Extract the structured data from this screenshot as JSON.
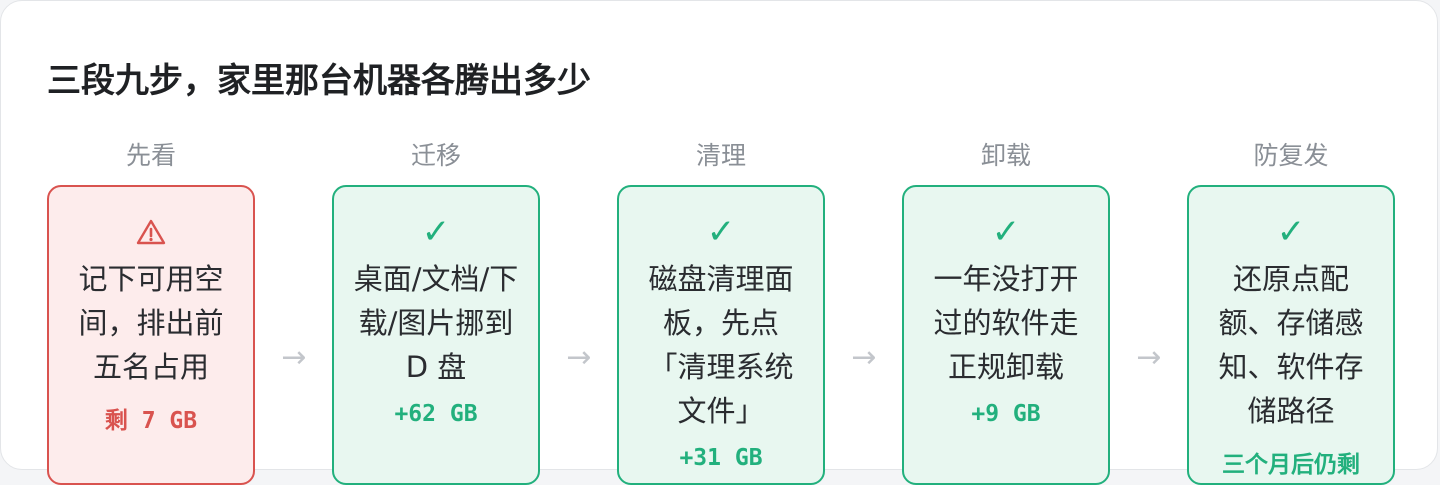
{
  "page": {
    "title": "三段九步，家里那台机器各腾出多少"
  },
  "steps": [
    {
      "label": "先看",
      "status": "warning",
      "description": "记下可用空间，排出前五名占用",
      "value": "剩 7 GB"
    },
    {
      "label": "迁移",
      "status": "done",
      "description": "桌面/文档/下载/图片挪到 D 盘",
      "value": "+62 GB"
    },
    {
      "label": "清理",
      "status": "done",
      "description": "磁盘清理面板，先点「清理系统文件」",
      "value": "+31 GB"
    },
    {
      "label": "卸载",
      "status": "done",
      "description": "一年没打开过的软件走正规卸载",
      "value": "+9 GB"
    },
    {
      "label": "防复发",
      "status": "done",
      "description": "还原点配额、存储感知、软件存储路径",
      "value": "三个月后仍剩"
    }
  ],
  "arrow_glyph": "→",
  "icons": {
    "warning": "warning-triangle-icon",
    "done": "checkmark-icon"
  },
  "colors": {
    "done": "#22b07d",
    "warning": "#d9534f"
  }
}
